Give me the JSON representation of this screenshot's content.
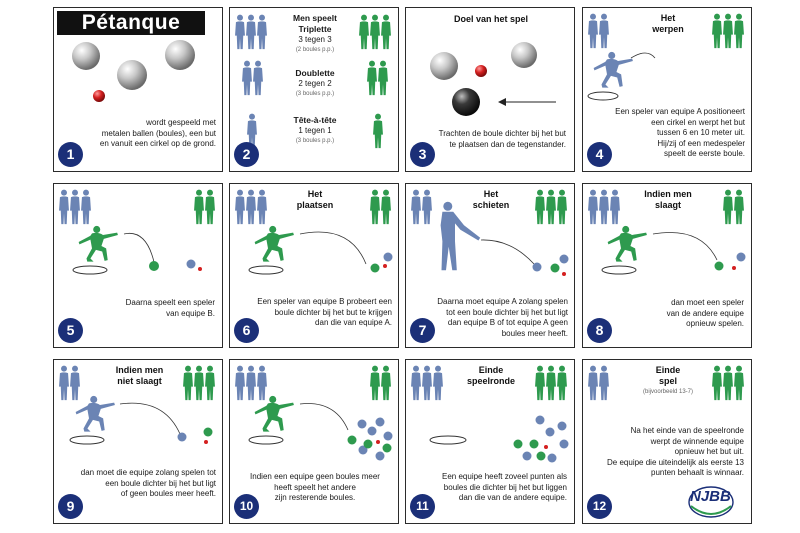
{
  "colors": {
    "team_a": "#6b84b4",
    "team_b": "#2e9a4e",
    "number_badge": "#1b2f78",
    "jack": "#d42020"
  },
  "panel1": {
    "title": "Pétanque",
    "text": [
      "wordt gespeeld met",
      "metalen ballen (boules), een but",
      "en vanuit een cirkel op de grond."
    ],
    "number": "1"
  },
  "panel2": {
    "triplette": {
      "name": "Men speelt Triplette",
      "line1": "Men speelt",
      "line2": "Triplette",
      "count": "3 tegen 3",
      "boules": "(2 boules p.p.)"
    },
    "doublette": {
      "name": "Doublette",
      "count": "2 tegen 2",
      "boules": "(3 boules p.p.)"
    },
    "tete": {
      "name": "Tête-à-tête",
      "count": "1 tegen 1",
      "boules": "(3 boules p.p.)"
    },
    "number": "2"
  },
  "panel3": {
    "head": "Doel van het spel",
    "text": [
      "Trachten de boule dichter bij het but",
      "te plaatsen dan de tegenstander."
    ],
    "number": "3"
  },
  "panel4": {
    "head": [
      "Het",
      "werpen"
    ],
    "text": [
      "Een speler van equipe A positioneert",
      "een cirkel en werpt het but",
      "tussen 6 en 10 meter uit.",
      "Hij/zij of een medespeler",
      "speelt de eerste boule."
    ],
    "number": "4"
  },
  "panel5": {
    "text": [
      "Daarna speelt een speler",
      "van equipe B."
    ],
    "number": "5"
  },
  "panel6": {
    "head": [
      "Het",
      "plaatsen"
    ],
    "text": [
      "Een speler van equipe B probeert een",
      "boule dichter bij het but te krijgen",
      "dan die van equipe A."
    ],
    "number": "6"
  },
  "panel7": {
    "head": [
      "Het",
      "schieten"
    ],
    "text": [
      "Daarna moet equipe A zolang spelen",
      "tot een boule dichter bij het but ligt",
      "dan equipe B of tot equipe A geen",
      "boules meer heeft."
    ],
    "number": "7"
  },
  "panel8": {
    "head": [
      "Indien men",
      "slaagt"
    ],
    "text": [
      "dan moet een speler",
      "van de andere equipe",
      "opnieuw spelen."
    ],
    "number": "8"
  },
  "panel9": {
    "head": [
      "Indien men",
      "niet slaagt"
    ],
    "text": [
      "dan moet die equipe zolang spelen tot",
      "een boule dichter bij het but ligt",
      "of geen boules meer heeft."
    ],
    "number": "9"
  },
  "panel10": {
    "text": [
      "Indien een equipe geen boules meer",
      "heeft speelt het andere",
      "zijn resterende boules."
    ],
    "number": "10"
  },
  "panel11": {
    "head": [
      "Einde",
      "speelronde"
    ],
    "text": [
      "Een equipe heeft zoveel punten als",
      "boules die dichter bij het but liggen",
      "dan die van de andere equipe."
    ],
    "number": "11"
  },
  "panel12": {
    "head": [
      "Einde",
      "spel"
    ],
    "sub": "(bijvoorbeeld 13-7)",
    "text": [
      "Na het einde van de speelronde",
      "werpt de winnende equipe",
      "opnieuw het but uit.",
      "De equipe die uiteindelijk als eerste 13",
      "punten behaalt is winnaar."
    ],
    "logo": "NJBB",
    "number": "12"
  }
}
